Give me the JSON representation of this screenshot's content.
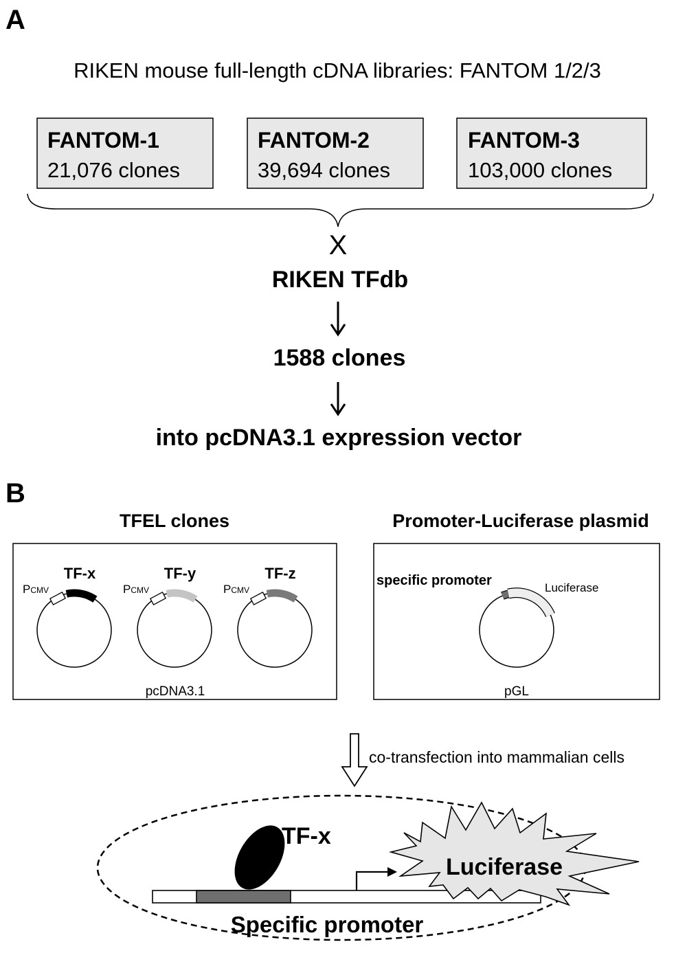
{
  "panel_a": {
    "label": "A",
    "heading": "RIKEN mouse full-length cDNA libraries: FANTOM 1/2/3",
    "libraries": [
      {
        "name": "FANTOM-1",
        "clones": "21,076 clones"
      },
      {
        "name": "FANTOM-2",
        "clones": "39,694 clones"
      },
      {
        "name": "FANTOM-3",
        "clones": "103,000 clones"
      }
    ],
    "cross_symbol": "X",
    "database": "RIKEN TFdb",
    "result": "1588 clones",
    "destination": "into pcDNA3.1 expression vector"
  },
  "panel_b": {
    "label": "B",
    "tfel_title": "TFEL clones",
    "tfel_plasmids": [
      {
        "tf": "TF-x",
        "promoter_p": "P",
        "promoter_sub": "CMV",
        "insert_color": "#000000"
      },
      {
        "tf": "TF-y",
        "promoter_p": "P",
        "promoter_sub": "CMV",
        "insert_color": "#c4c4c4"
      },
      {
        "tf": "TF-z",
        "promoter_p": "P",
        "promoter_sub": "CMV",
        "insert_color": "#7a7a7a"
      }
    ],
    "tfel_vector": "pcDNA3.1",
    "reporter_title": "Promoter-Luciferase plasmid",
    "reporter_promoter": "specific promoter",
    "reporter_gene": "Luciferase",
    "reporter_vector": "pGL",
    "transfection_label": "co-transfection into mammalian cells",
    "cell": {
      "tf_label": "TF-x",
      "luciferase_label": "Luciferase",
      "promoter_label": "Specific promoter"
    }
  },
  "colors": {
    "box_fill": "#e8e8e8",
    "promoter_region": "#6f6f6f",
    "burst_fill": "#e6e6e6",
    "luciferase_arc": "#eeeeee"
  }
}
